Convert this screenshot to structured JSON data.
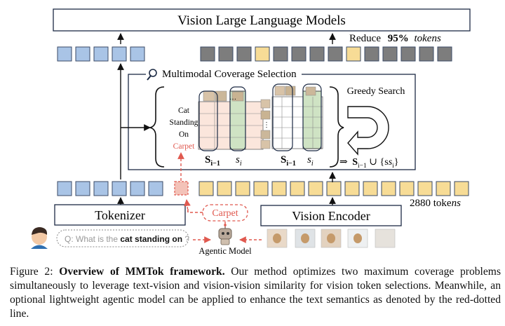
{
  "diagram": {
    "vlm_title": "Vision Large Language Models",
    "reduce_prefix": "Reduce",
    "reduce_percent": "95%",
    "reduce_suffix": "tokens",
    "coverage_title": "Multimodal Coverage Selection",
    "greedy_search": "Greedy Search",
    "words": [
      "Cat",
      "Standing",
      "On",
      "Carpet"
    ],
    "highlight_word": "Carpet",
    "s_prev": "S",
    "s_prev_sub": "i−1",
    "s_i": "s",
    "s_i_sub": "i",
    "update_arrow": "⇒",
    "union_rule_left": "S",
    "union_rule_sub": "i−1",
    "union_rule_right": "∪ {s",
    "union_rule_close": "}",
    "tokenizer": "Tokenizer",
    "vision_encoder": "Vision Encoder",
    "carpet_bubble": "Carpet",
    "token_count_prefix": "2880 toke",
    "token_count_suffix": "ns",
    "question_prefix": "Q: What is the ",
    "question_bold": "cat standing on",
    "question_suffix": " ?",
    "agentic_model": "Agentic Model",
    "ellipsis": "…"
  },
  "colors": {
    "text_token": "#a9c4e6",
    "vision_token": "#f7dc96",
    "dropped_token": "#7d7d7d",
    "selected_highlight": "#cfe3c4",
    "agentic_red": "#e0594f"
  },
  "caption": {
    "label": "Figure 2: ",
    "title": "Overview of MMTok framework.",
    "body": " Our method optimizes two maximum coverage problems simultaneously to leverage text-vision and vision-vision similarity for vision token selections. Meanwhile, an optional lightweight agentic model can be applied to enhance the text semantics as denoted by the red-dotted line."
  }
}
